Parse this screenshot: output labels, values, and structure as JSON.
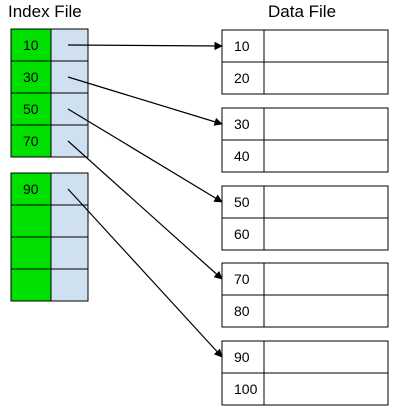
{
  "titles": {
    "index": "Index File",
    "data": "Data File"
  },
  "colors": {
    "key_cell": "#00e000",
    "pointer_cell": "#cfe0f1",
    "border": "#000000",
    "background": "#ffffff"
  },
  "index_blocks": [
    {
      "keys": [
        "10",
        "30",
        "50",
        "70"
      ]
    },
    {
      "keys": [
        "90",
        "",
        "",
        ""
      ]
    }
  ],
  "data_blocks": [
    {
      "keys": [
        "10",
        "20"
      ]
    },
    {
      "keys": [
        "30",
        "40"
      ]
    },
    {
      "keys": [
        "50",
        "60"
      ]
    },
    {
      "keys": [
        "70",
        "80"
      ]
    },
    {
      "keys": [
        "90",
        "100"
      ]
    }
  ],
  "pointers": [
    {
      "from_key": "10",
      "to_block": 0
    },
    {
      "from_key": "30",
      "to_block": 1
    },
    {
      "from_key": "50",
      "to_block": 2
    },
    {
      "from_key": "70",
      "to_block": 3
    },
    {
      "from_key": "90",
      "to_block": 4
    }
  ]
}
